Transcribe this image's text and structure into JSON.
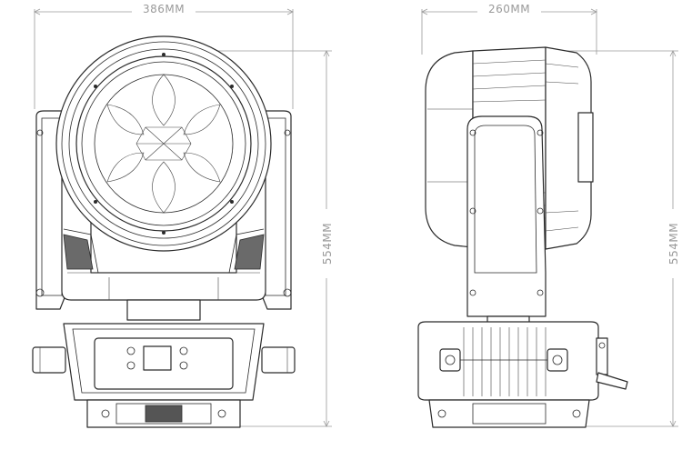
{
  "front_view": {
    "width_label": "386MM",
    "height_label": "554MM"
  },
  "side_view": {
    "width_label": "260MM",
    "height_label": "554MM"
  }
}
